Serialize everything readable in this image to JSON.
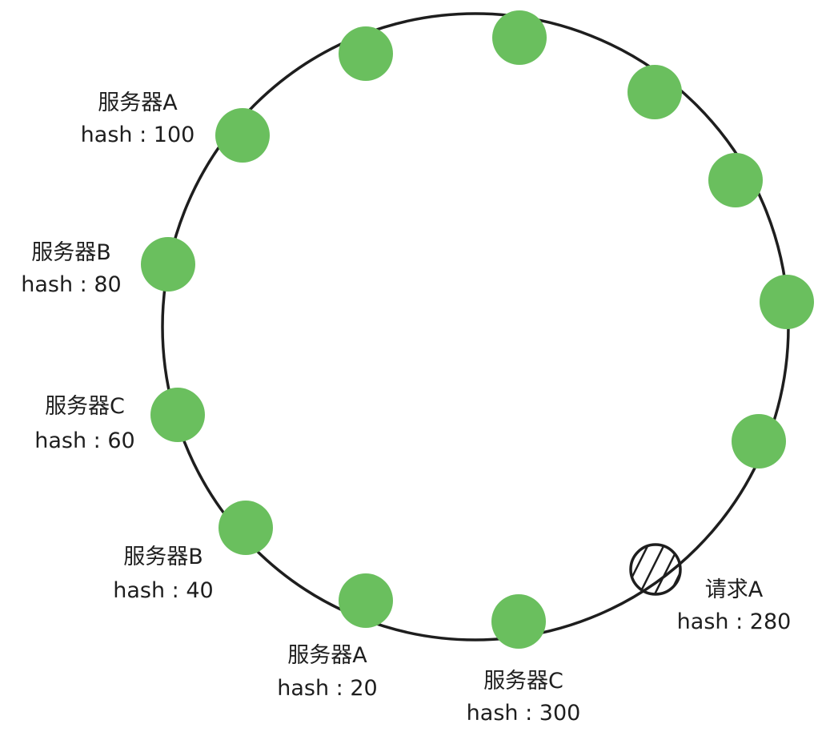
{
  "colors": {
    "ring": "#1e1e1e",
    "node": "#6abf5e",
    "text": "#1e1e1e"
  },
  "icons": {
    "node": "green-circle",
    "request": "hatched-circle"
  },
  "labels": [
    {
      "id": "server-a-100",
      "name": "服务器A",
      "hash": "hash : 100"
    },
    {
      "id": "server-b-80",
      "name": "服务器B",
      "hash": "hash : 80"
    },
    {
      "id": "server-c-60",
      "name": "服务器C",
      "hash": "hash : 60"
    },
    {
      "id": "server-b-40",
      "name": "服务器B",
      "hash": "hash : 40"
    },
    {
      "id": "server-a-20",
      "name": "服务器A",
      "hash": "hash : 20"
    },
    {
      "id": "server-c-300",
      "name": "服务器C",
      "hash": "hash : 300"
    },
    {
      "id": "request-a-280",
      "name": "请求A",
      "hash": "hash : 280"
    }
  ]
}
